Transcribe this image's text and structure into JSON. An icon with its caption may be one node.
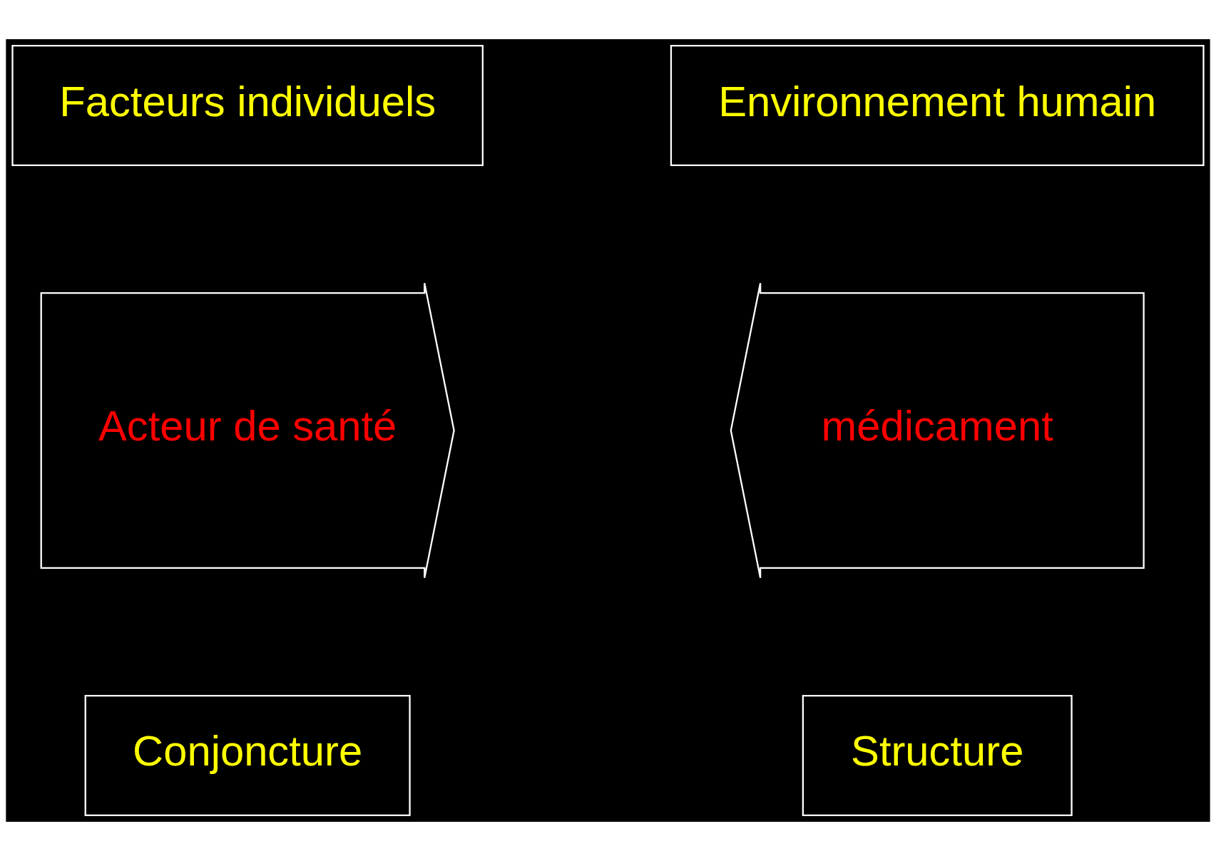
{
  "diagram": {
    "nodes": [
      {
        "text": [
          "Facteurs individuels"
        ]
      },
      {
        "text": [
          "Environnement humain"
        ]
      },
      {
        "text": [
          "Acteur de santé"
        ]
      },
      {
        "text": [
          "médicament"
        ]
      },
      {
        "text": [
          "Conjoncture"
        ]
      },
      {
        "text": [
          "Structure"
        ]
      }
    ],
    "edges": []
  }
}
